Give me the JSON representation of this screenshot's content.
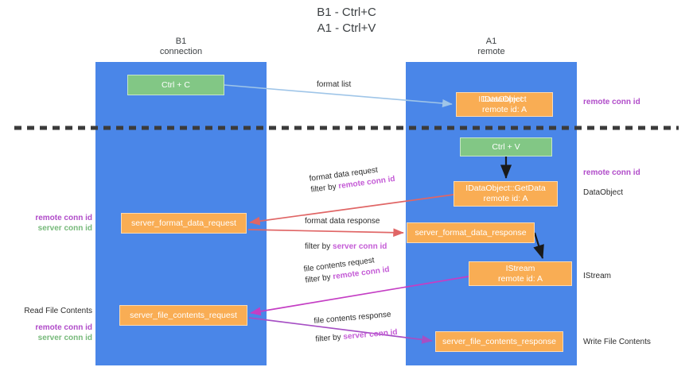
{
  "title": {
    "line1": "B1 - Ctrl+C",
    "line2": "A1 - Ctrl+V"
  },
  "lanes": [
    {
      "id": "b1",
      "name": "B1",
      "role": "connection"
    },
    {
      "id": "a1",
      "name": "A1",
      "role": "remote"
    }
  ],
  "nodes": {
    "ctrl_c": {
      "label": "Ctrl + C",
      "color": "#82c785"
    },
    "dataobject": {
      "label": "IDataObject",
      "ghost": "IDataObject",
      "sublabel": "remote id: A",
      "color": "#f9ad54"
    },
    "ctrl_v": {
      "label": "Ctrl + V",
      "color": "#82c785"
    },
    "getdata": {
      "label": "IDataObject::GetData",
      "sublabel": "remote id: A",
      "color": "#f9ad54"
    },
    "server_format_data_request": {
      "label": "server_format_data_request",
      "color": "#f9ad54"
    },
    "server_format_data_response": {
      "label": "server_format_data_response",
      "color": "#f9ad54"
    },
    "istream": {
      "label": "IStream",
      "sublabel": "remote id: A",
      "color": "#f9ad54"
    },
    "server_file_contents_request": {
      "label": "server_file_contents_request",
      "color": "#f9ad54"
    },
    "server_file_contents_response": {
      "label": "server_file_contents_response",
      "color": "#f9ad54"
    }
  },
  "edges": {
    "format_list": {
      "text": "format list",
      "color": "#9fc5e8"
    },
    "format_data_request": {
      "line1": "format data request",
      "filter_prefix": "filter by ",
      "filter_key": "remote conn id",
      "color": "#e06666"
    },
    "format_data_response": {
      "line1": "format data response",
      "filter_prefix": "filter by ",
      "filter_key": "server conn id",
      "color": "#e06666"
    },
    "file_contents_request": {
      "line1": "file contents request",
      "filter_prefix": "filter by ",
      "filter_key": "remote conn id",
      "color": "#c43ec4"
    },
    "file_contents_response": {
      "line1": "file contents response",
      "filter_prefix": "filter by ",
      "filter_key": "server conn id",
      "color": "#a64fc4"
    }
  },
  "annotations": {
    "left_1": {
      "remote": "remote conn id",
      "server": "server conn id"
    },
    "left_2": {
      "heading": "Read File Contents",
      "remote": "remote conn id",
      "server": "server conn id"
    },
    "right_1": "remote conn id",
    "right_2": "remote conn id",
    "right_3": "DataObject",
    "right_4": "IStream",
    "right_5": "Write File Contents"
  },
  "divider": {
    "color": "#3b3b3b",
    "style": "dashed"
  },
  "colors": {
    "lane": "#4a86e8",
    "green_node": "#82c785",
    "orange_node": "#f9ad54",
    "accent_purple": "#b04bc9",
    "accent_green": "#76b97a",
    "arrow_red": "#e06666",
    "arrow_blue": "#9fc5e8",
    "arrow_magenta": "#c43ec4",
    "arrow_black": "#1a1a1a"
  }
}
